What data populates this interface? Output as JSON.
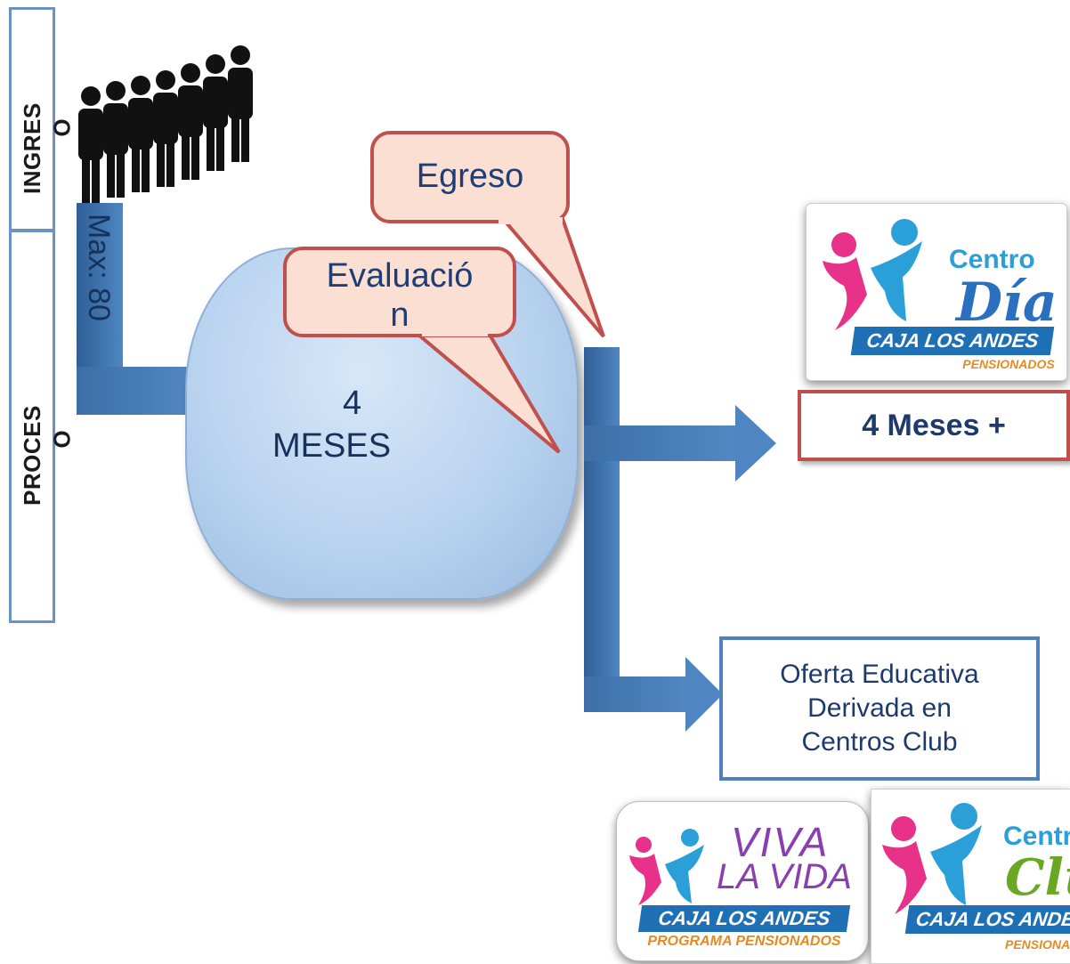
{
  "stages": {
    "ingreso": {
      "label": "INGRES",
      "overflow": "O"
    },
    "proceso": {
      "label": "PROCES",
      "overflow": "O"
    }
  },
  "queue_label": "Max: 80",
  "process": {
    "line1": "4",
    "line2": "MESES"
  },
  "callouts": {
    "egreso": "Egreso",
    "evaluacion_line1": "Evaluació",
    "evaluacion_line2": "n"
  },
  "outcomes": {
    "continue": "4 Meses +",
    "derived_line1": "Oferta Educativa",
    "derived_line2": "Derivada en",
    "derived_line3": "Centros Club"
  },
  "logos": {
    "centro_dia": {
      "title": "Centro",
      "script": "Día",
      "band": "CAJA LOS ANDES",
      "sub": "PENSIONADOS"
    },
    "viva_la_vida": {
      "title": "VIVA",
      "mid": "LA VIDA",
      "band": "CAJA LOS ANDES",
      "sub": "PROGRAMA PENSIONADOS"
    },
    "centro_club": {
      "title": "Centro",
      "script": "Club",
      "band": "CAJA LOS ANDES",
      "sub": "PENSIONADOS"
    }
  },
  "colors": {
    "arrow_blue": "#4f86c2",
    "callout_fill": "#fadfd2",
    "callout_border": "#c0504d",
    "box_blue": "#4f81bd",
    "text_navy": "#1e3a6a"
  }
}
